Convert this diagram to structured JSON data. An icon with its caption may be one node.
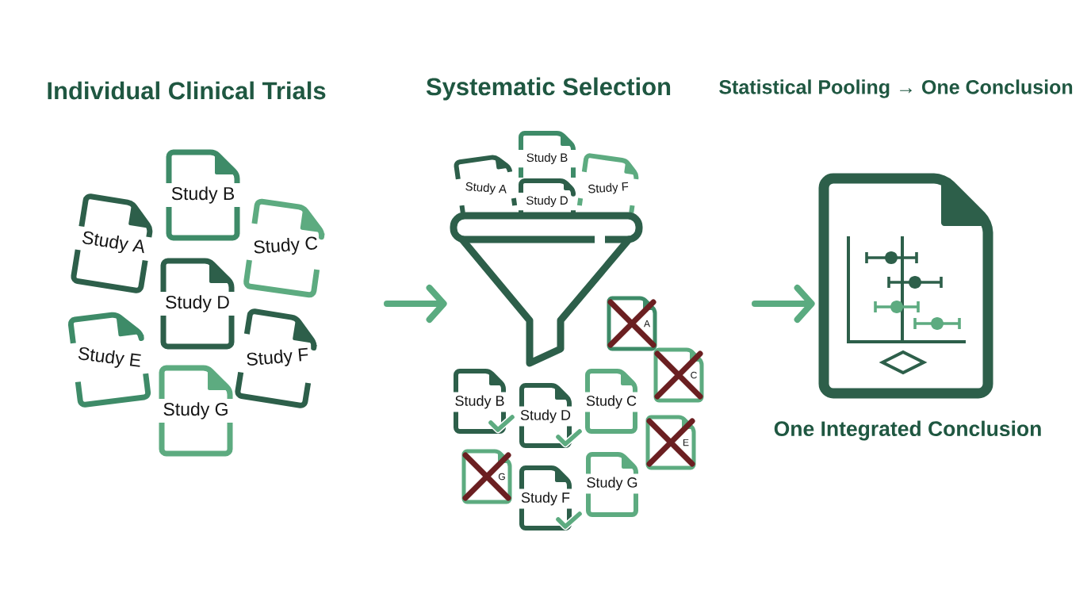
{
  "diagram": {
    "nodes": [
      {
        "text": [
          "Study A"
        ]
      },
      {
        "text": [
          "Study B"
        ]
      },
      {
        "text": [
          "Study C"
        ]
      },
      {
        "text": [
          "Study D"
        ]
      },
      {
        "text": [
          "Study E"
        ]
      },
      {
        "text": [
          "Study F"
        ]
      },
      {
        "text": [
          "Study G"
        ]
      },
      {
        "text": [
          "Study A"
        ]
      },
      {
        "text": [
          "Study B"
        ]
      },
      {
        "text": [
          "Study D"
        ]
      },
      {
        "text": [
          "Study F"
        ]
      },
      {
        "text": [],
        "shape": "funnel"
      },
      {
        "text": [
          "Study B"
        ]
      },
      {
        "text": [
          "Study D"
        ]
      },
      {
        "text": [
          "Study C"
        ]
      },
      {
        "text": [
          "Study G"
        ]
      },
      {
        "text": [
          "Study F"
        ]
      },
      {
        "text": [
          "A"
        ]
      },
      {
        "text": [
          "C"
        ]
      },
      {
        "text": [
          "E"
        ]
      },
      {
        "text": [
          "G"
        ]
      },
      {
        "text": [],
        "shape": "document",
        "beside": [
          "One Integrated Conclusion"
        ]
      }
    ],
    "edges": [
      {
        "from": null,
        "to": 11,
        "arrow": "to"
      },
      {
        "from": null,
        "to": 21,
        "arrow": "to"
      }
    ],
    "labels": [
      "Individual Clinical Trials",
      "Systematic Selection",
      "Statistical Pooling → One Conclusion"
    ]
  }
}
